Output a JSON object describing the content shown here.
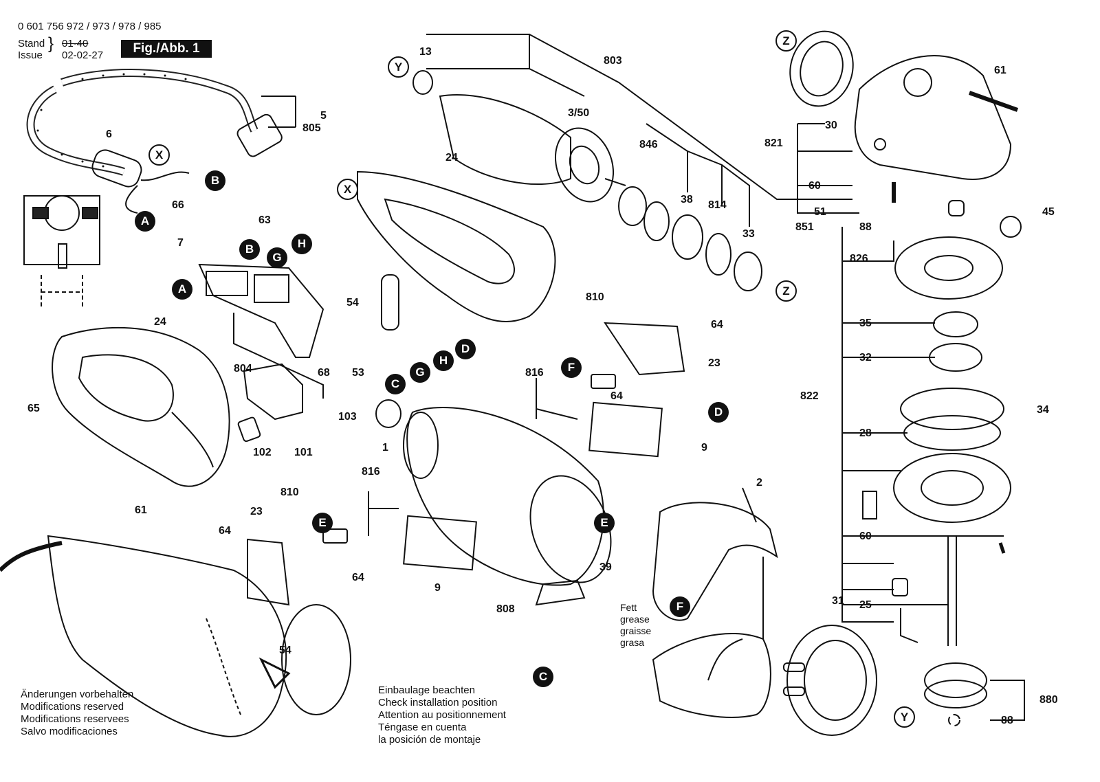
{
  "header": {
    "part_number": "0 601 756 972 / 973 / 978 / 985",
    "stand_label": "Stand",
    "issue_label": "Issue",
    "stand_value": "01-40",
    "issue_value": "02-02-27",
    "figure_label": "Fig./Abb. 1"
  },
  "notes_left": {
    "line_de": "Änderungen vorbehalten",
    "line_en": "Modifications reserved",
    "line_fr": "Modifications reservees",
    "line_es": "Salvo modificaciones"
  },
  "notes_install": {
    "line_de": "Einbaulage beachten",
    "line_en": "Check installation position",
    "line_fr": "Attention au positionnement",
    "line_es": "Téngase en cuenta",
    "line_es2": "la posición de montaje"
  },
  "grease": {
    "de": "Fett",
    "en": "grease",
    "fr": "graisse",
    "es": "grasa"
  },
  "callouts": {
    "A": "A",
    "B": "B",
    "C": "C",
    "D": "D",
    "E": "E",
    "F": "F",
    "G": "G",
    "H": "H",
    "X": "X",
    "Y": "Y",
    "Z": "Z"
  },
  "parts": {
    "p1": "1",
    "p2": "2",
    "p5": "5",
    "p6": "6",
    "p7": "7",
    "p9": "9",
    "p13": "13",
    "p23": "23",
    "p24": "24",
    "p25": "25",
    "p28": "28",
    "p30": "30",
    "p31": "31",
    "p32": "32",
    "p33": "33",
    "p34": "34",
    "p35": "35",
    "p38": "38",
    "p39": "39",
    "p45": "45",
    "p51": "51",
    "p53": "53",
    "p54": "54",
    "p60": "60",
    "p61": "61",
    "p63": "63",
    "p64": "64",
    "p65": "65",
    "p66": "66",
    "p68": "68",
    "p88": "88",
    "p101": "101",
    "p102": "102",
    "p103": "103",
    "p350": "3/50",
    "p803": "803",
    "p804": "804",
    "p805": "805",
    "p808": "808",
    "p810": "810",
    "p814": "814",
    "p816": "816",
    "p821": "821",
    "p822": "822",
    "p826": "826",
    "p846": "846",
    "p851": "851",
    "p880": "880"
  }
}
